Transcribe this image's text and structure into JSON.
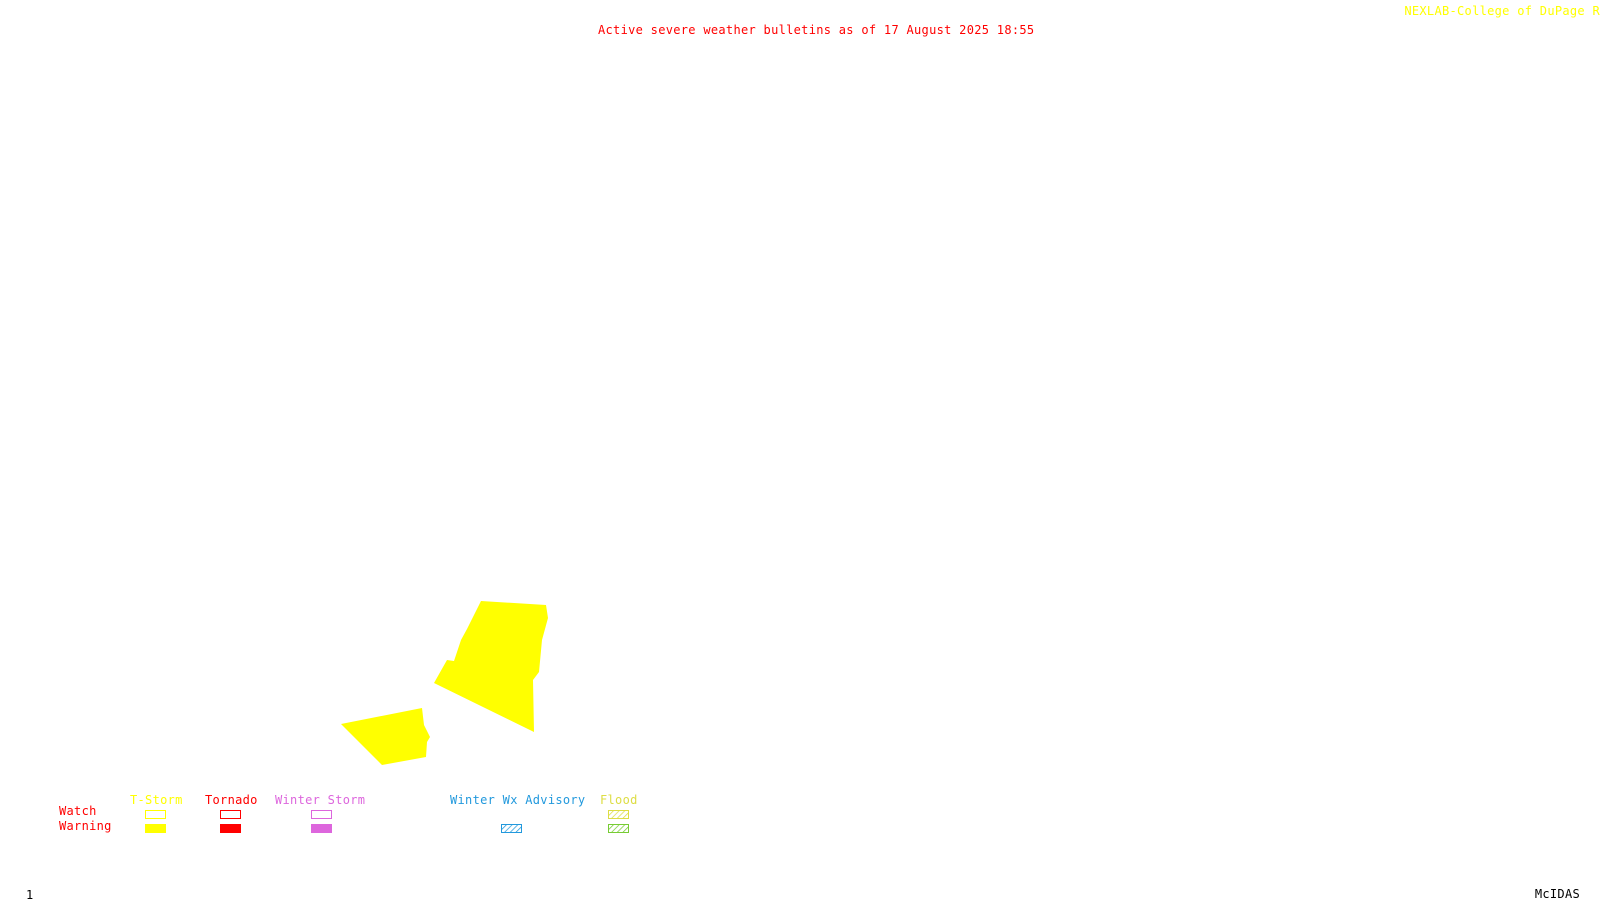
{
  "header": {
    "title": "Active severe weather bulletins as of 17 August 2025 18:55",
    "credit": "NEXLAB-College of DuPage R"
  },
  "footer": {
    "frame_number": "1",
    "software": "McIDAS"
  },
  "colors": {
    "title": "#ff0000",
    "credit": "#ffff00",
    "tstorm": "#ffff00",
    "tornado": "#ff0000",
    "winter_storm": "#dd66dd",
    "winter_wx_advisory": "#2299dd",
    "flood_watch": "#dddd44",
    "flood_warning": "#77cc33",
    "row_labels": "#ff0000",
    "footer_text": "#000000"
  },
  "legend": {
    "row_labels": {
      "watch": "Watch",
      "warning": "Warning"
    },
    "categories": [
      {
        "id": "tstorm",
        "label": "T-Storm",
        "watch_style": "outline",
        "warning_style": "solid"
      },
      {
        "id": "tornado",
        "label": "Tornado",
        "watch_style": "outline",
        "warning_style": "solid"
      },
      {
        "id": "winter_storm",
        "label": "Winter Storm",
        "watch_style": "outline",
        "warning_style": "solid"
      },
      {
        "id": "winter_wx_advisory",
        "label": "Winter Wx Advisory",
        "watch_style": "none",
        "warning_style": "hatched"
      },
      {
        "id": "flood",
        "label": "Flood",
        "watch_style": "hatched",
        "warning_style": "hatched"
      }
    ]
  },
  "active_alerts": [
    {
      "type": "T-Storm",
      "level": "Warning",
      "color": "#ffff00"
    },
    {
      "type": "T-Storm",
      "level": "Warning",
      "color": "#ffff00"
    }
  ]
}
